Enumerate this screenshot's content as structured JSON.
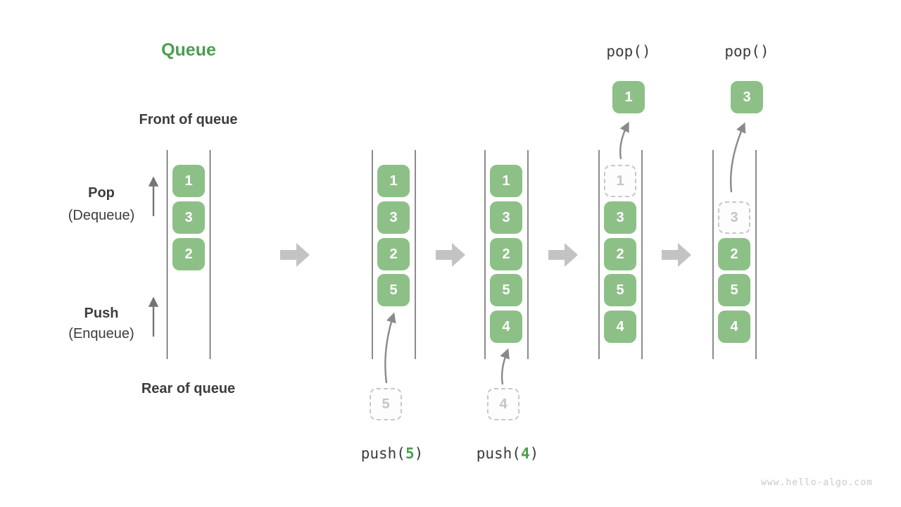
{
  "title": "Queue",
  "side_labels": {
    "front_of_queue": "Front of queue",
    "rear_of_queue": "Rear of queue",
    "pop": "Pop",
    "pop_sub": "(Dequeue)",
    "push": "Push",
    "push_sub": "(Enqueue)"
  },
  "operations": {
    "pop_first": "pop()",
    "pop_second": "pop()",
    "push_first": {
      "prefix": "push(",
      "value": "5",
      "suffix": ")"
    },
    "push_second": {
      "prefix": "push(",
      "value": "4",
      "suffix": ")"
    }
  },
  "states": [
    {
      "cells": [
        "1",
        "3",
        "2"
      ]
    },
    {
      "cells": [
        "1",
        "3",
        "2",
        "5"
      ],
      "pushed_value": "5"
    },
    {
      "cells": [
        "1",
        "3",
        "2",
        "5",
        "4"
      ],
      "pushed_value": "4"
    },
    {
      "cells": [
        "3",
        "2",
        "5",
        "4"
      ],
      "removed_value": "1",
      "popped_value": "1"
    },
    {
      "cells": [
        "2",
        "5",
        "4"
      ],
      "removed_value": "3",
      "popped_value": "3"
    }
  ],
  "watermark": "www.hello-algo.com",
  "colors": {
    "cell_green": "#8dc087",
    "title_green": "#4b9e50",
    "label_dark": "#3d3d3d",
    "mono_dark": "#3b3b3b",
    "dashed_border": "#c8c8c8",
    "dashed_text": "#c5c5c5",
    "rail": "#5b5b5b",
    "block_arrow": "#c3c3c3",
    "line_arrow": "#8a8a8a",
    "dir_arrow": "#757575",
    "watermark": "#c9c9c9"
  }
}
